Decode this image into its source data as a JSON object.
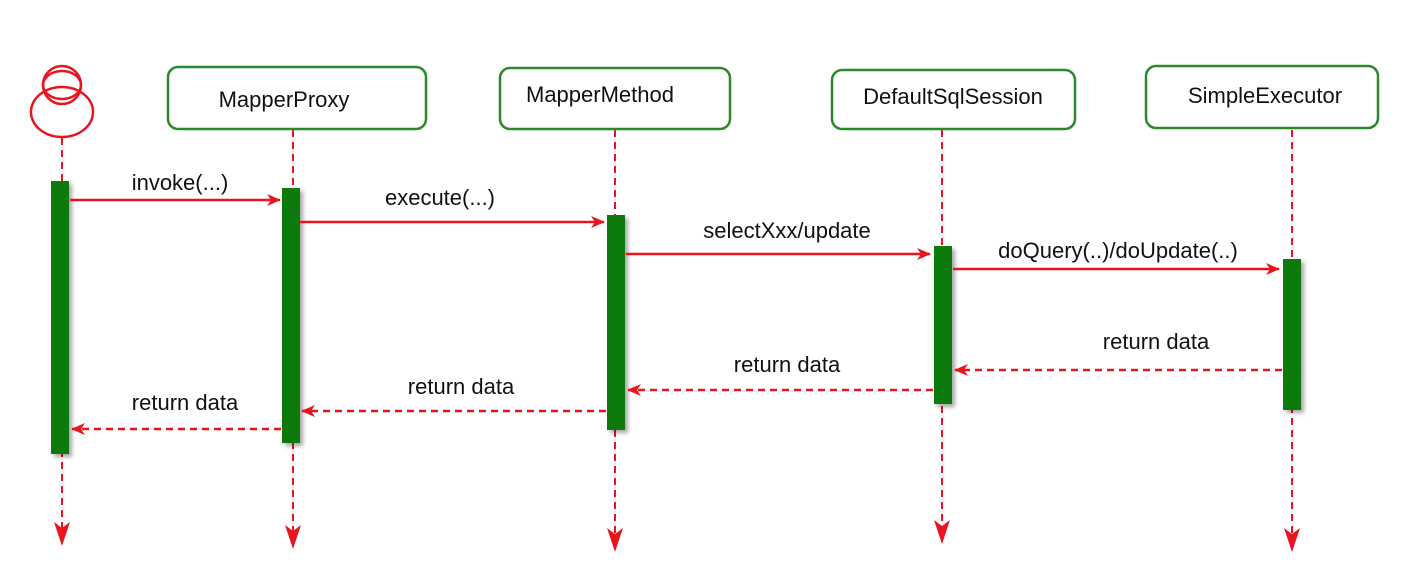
{
  "participants": [
    {
      "id": "actor",
      "label": "",
      "type": "actor"
    },
    {
      "id": "mapperproxy",
      "label": "MapperProxy",
      "type": "box"
    },
    {
      "id": "mappermethod",
      "label": "MapperMethod",
      "type": "box"
    },
    {
      "id": "defaultsqlsession",
      "label": "DefaultSqlSession",
      "type": "box"
    },
    {
      "id": "simpleexecutor",
      "label": "SimpleExecutor",
      "type": "box"
    }
  ],
  "messages": [
    {
      "id": "m1",
      "from": "actor",
      "to": "mapperproxy",
      "label": "invoke(...)",
      "style": "solid"
    },
    {
      "id": "m2",
      "from": "mapperproxy",
      "to": "mappermethod",
      "label": "execute(...)",
      "style": "solid"
    },
    {
      "id": "m3",
      "from": "mappermethod",
      "to": "defaultsqlsession",
      "label": "selectXxx/update",
      "style": "solid"
    },
    {
      "id": "m4",
      "from": "defaultsqlsession",
      "to": "simpleexecutor",
      "label": "doQuery(..)/doUpdate(..)",
      "style": "solid"
    },
    {
      "id": "m5",
      "from": "simpleexecutor",
      "to": "defaultsqlsession",
      "label": "return data",
      "style": "dashed"
    },
    {
      "id": "m6",
      "from": "defaultsqlsession",
      "to": "mappermethod",
      "label": "return data",
      "style": "dashed"
    },
    {
      "id": "m7",
      "from": "mappermethod",
      "to": "mapperproxy",
      "label": "return data",
      "style": "dashed"
    },
    {
      "id": "m8",
      "from": "mapperproxy",
      "to": "actor",
      "label": "return data",
      "style": "dashed"
    }
  ],
  "colors": {
    "lifeline": "#e8141e",
    "activation": "#0b7a0b",
    "box_border": "#2a8a2a",
    "text": "#111111"
  }
}
